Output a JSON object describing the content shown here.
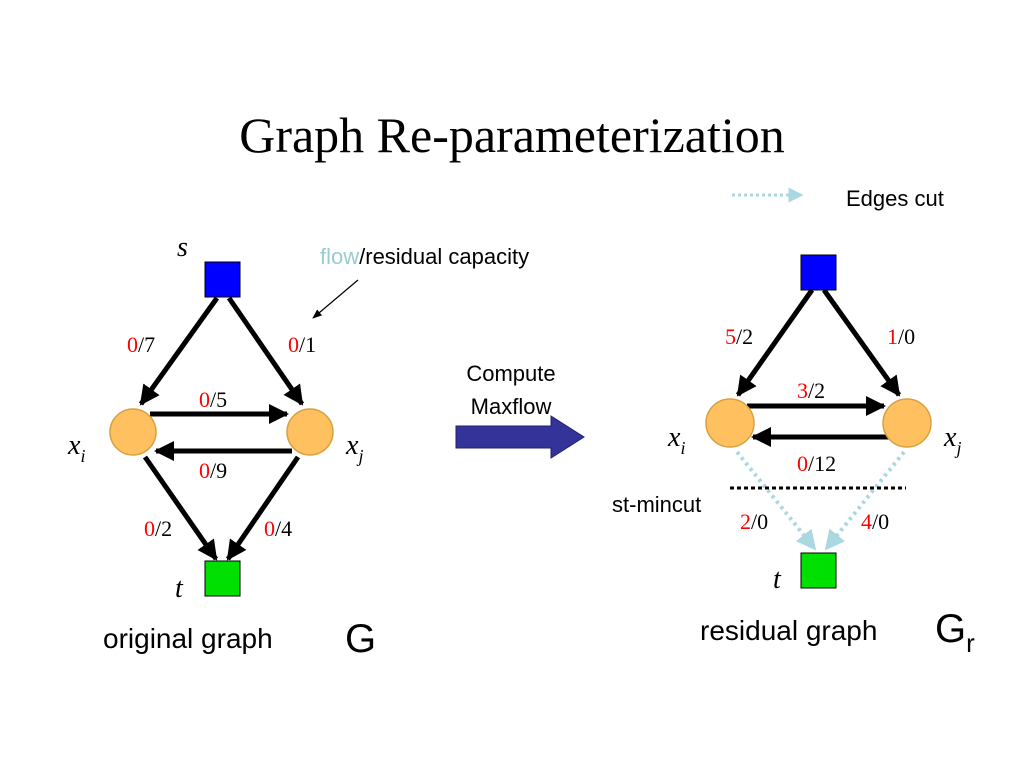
{
  "title": "Graph Re-parameterization",
  "legend": {
    "edges_cut_label": "Edges cut"
  },
  "colors": {
    "source": "#0000ff",
    "sink": "#00e000",
    "node": "#ffc060",
    "flow": "#ff0000",
    "annotation_flow": "#99cccc",
    "cut_edge": "#aad8e0",
    "arrow_fill": "#333399"
  },
  "annotation": {
    "flow_word": "flow",
    "rest": "/residual capacity"
  },
  "compute": {
    "line1": "Compute",
    "line2": "Maxflow"
  },
  "original": {
    "caption": "original graph",
    "graph_name": "G",
    "s_label": "s",
    "t_label": "t",
    "xi": {
      "base": "x",
      "sub": "i"
    },
    "xj": {
      "base": "x",
      "sub": "j"
    },
    "edges": {
      "s_xi": {
        "flow": "0",
        "rest": "/7"
      },
      "s_xj": {
        "flow": "0",
        "rest": "/1"
      },
      "xi_xj": {
        "flow": "0",
        "rest": "/5"
      },
      "xj_xi": {
        "flow": "0",
        "rest": "/9"
      },
      "xi_t": {
        "flow": "0",
        "rest": "/2"
      },
      "xj_t": {
        "flow": "0",
        "rest": "/4"
      }
    }
  },
  "residual": {
    "caption": "residual graph",
    "graph_name": "G",
    "graph_sub": "r",
    "t_label": "t",
    "mincut_label": "st-mincut",
    "xi": {
      "base": "x",
      "sub": "i"
    },
    "xj": {
      "base": "x",
      "sub": "j"
    },
    "edges": {
      "s_xi": {
        "flow": "5",
        "rest": "/2"
      },
      "s_xj": {
        "flow": "1",
        "rest": "/0"
      },
      "xi_xj": {
        "flow": "3",
        "rest": "/2"
      },
      "xj_xi": {
        "flow": "0",
        "rest": "/12"
      },
      "xi_t": {
        "flow": "2",
        "rest": "/0"
      },
      "xj_t": {
        "flow": "4",
        "rest": "/0"
      }
    }
  }
}
